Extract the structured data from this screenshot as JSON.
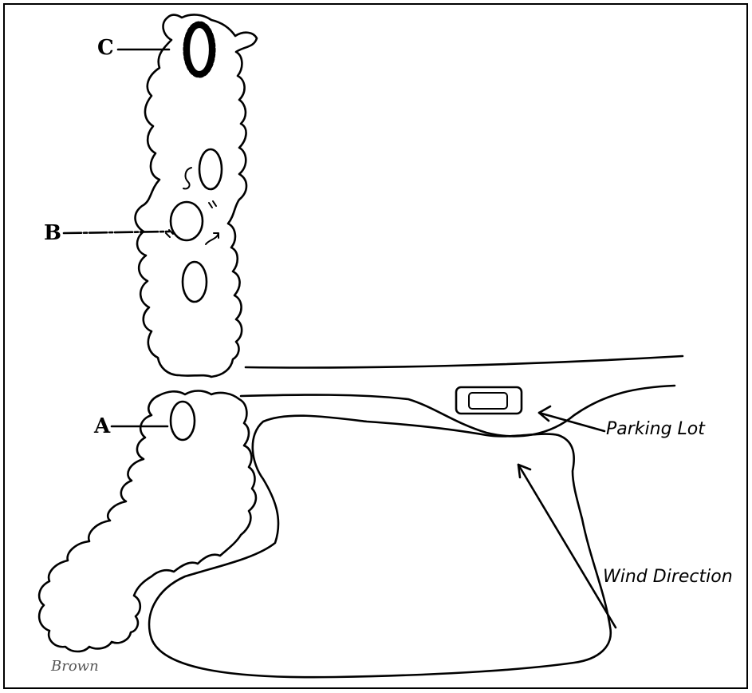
{
  "labels": {
    "a": "A",
    "b": "B",
    "c": "C",
    "parking_lot": "Parking Lot",
    "wind_direction": "Wind Direction",
    "signature": "Brown"
  }
}
